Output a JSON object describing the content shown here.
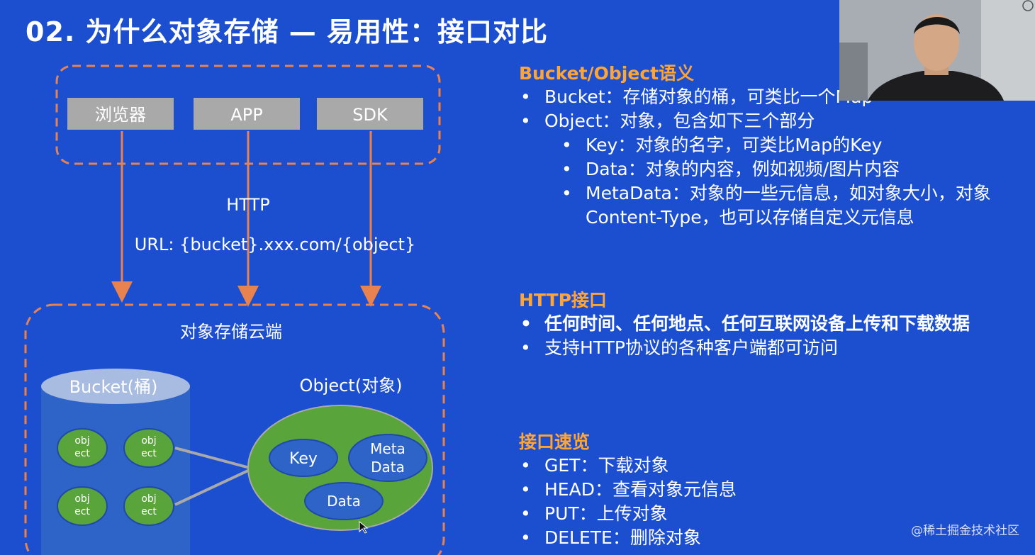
{
  "slide": {
    "title": "02. 为什么对象存储 — 易用性：接口对比"
  },
  "diagram": {
    "clients": [
      "浏览器",
      "APP",
      "SDK"
    ],
    "protocol": "HTTP",
    "url": "URL: {bucket}.xxx.com/{object}",
    "cloud_label": "对象存储云端",
    "bucket_label": "Bucket(桶)",
    "object_items": [
      "obj\nect",
      "obj\nect",
      "obj\nect",
      "obj\nect"
    ],
    "object_label": "Object(对象)",
    "object_parts": [
      "Key",
      "Meta\nData",
      "Data"
    ],
    "colors": {
      "background": "#1c4fcf",
      "dashed_border": "#e8834f",
      "arrow": "#e8834f",
      "client_box": "#a9a9a9",
      "bucket": "#2e63c7",
      "object_green": "#5aa43c",
      "object_part": "#2e63c7"
    }
  },
  "sections": {
    "semantics": {
      "title": "Bucket/Object语义",
      "items": [
        "Bucket：存储对象的桶，可类比一个Map",
        "Object：对象，包含如下三个部分"
      ],
      "sub_items": [
        "Key：对象的名字，可类比Map的Key",
        "Data：对象的内容，例如视频/图片内容",
        "MetaData：对象的一些元信息，如对象大小，对象Content-Type，也可以存储自定义元信息"
      ]
    },
    "http": {
      "title": "HTTP接口",
      "items": [
        "任何时间、任何地点、任何互联网设备上传和下载数据",
        "支持HTTP协议的各种客户端都可访问"
      ]
    },
    "overview": {
      "title": "接口速览",
      "items": [
        "GET：下载对象",
        "HEAD：查看对象元信息",
        "PUT：上传对象",
        "DELETE：删除对象"
      ]
    }
  },
  "watermark": "@稀土掘金技术社区"
}
